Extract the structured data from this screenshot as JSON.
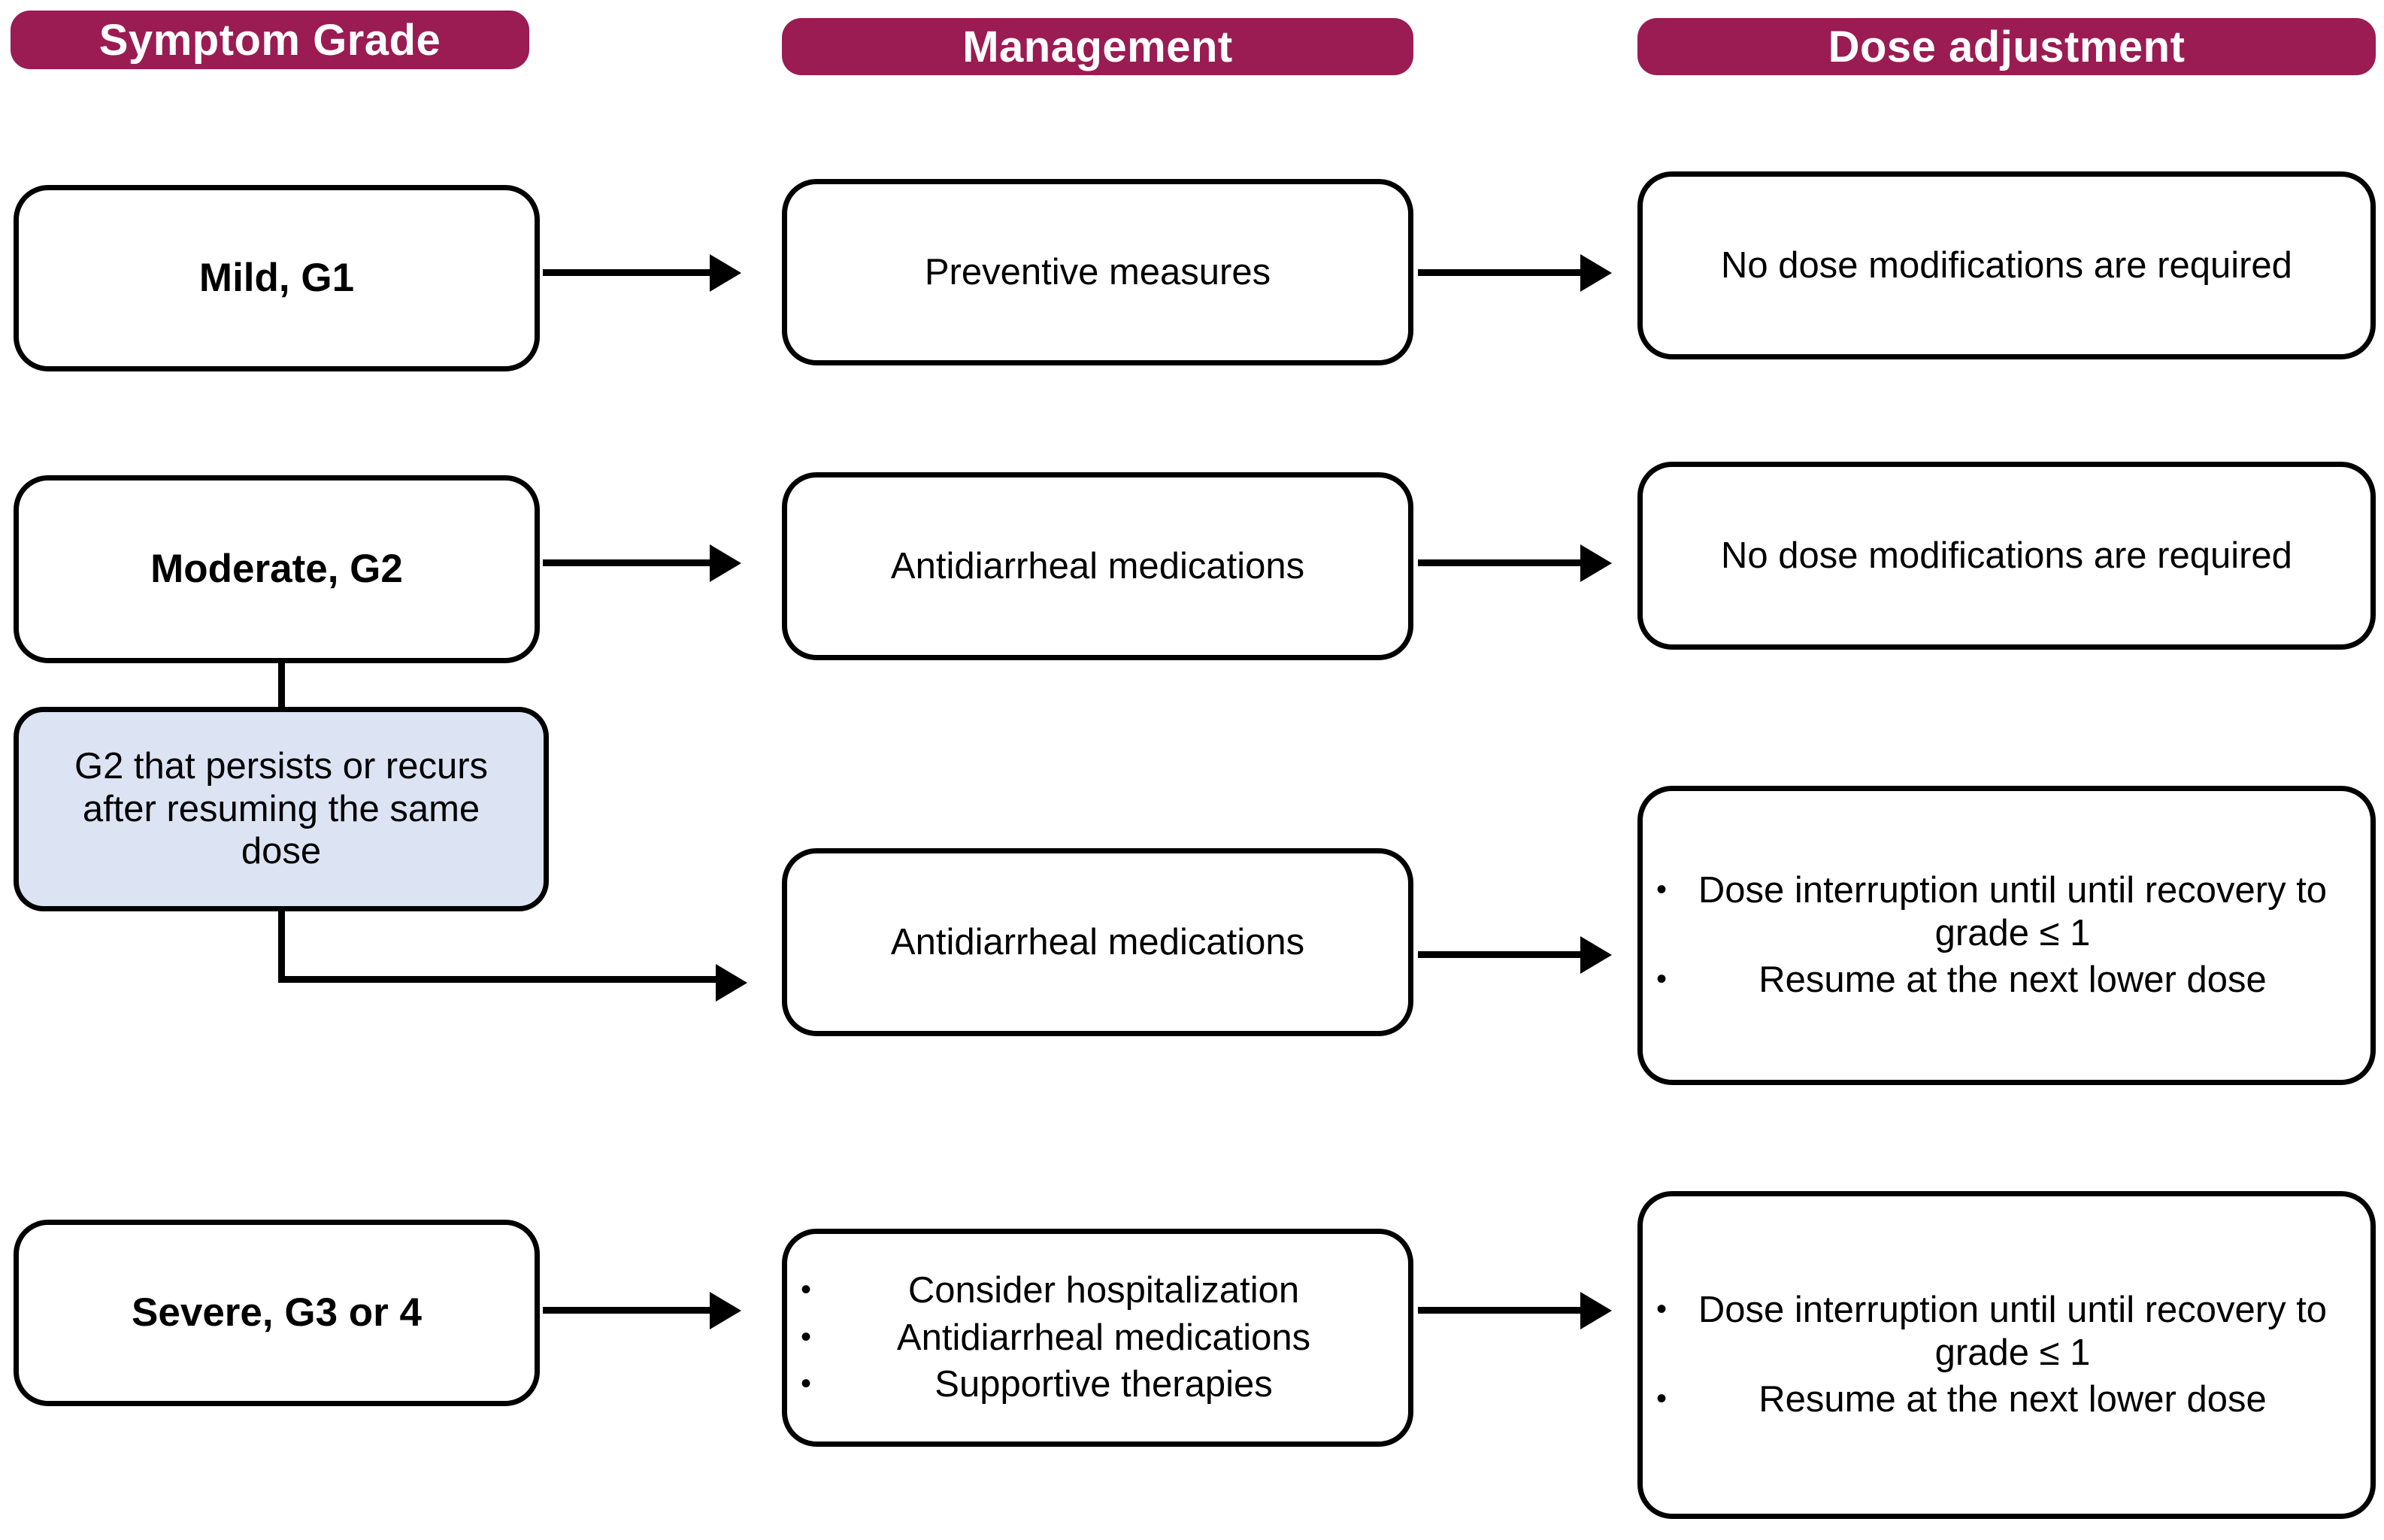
{
  "theme": {
    "header_bg": "#9B1B53",
    "header_text": "#FFFFFF",
    "box_border": "#000000",
    "box_bg": "#FFFFFF",
    "highlight_box_bg": "#DCE3F3",
    "connector": "#000000"
  },
  "headers": {
    "symptom_grade": "Symptom Grade",
    "management": "Management",
    "dose_adjustment": "Dose adjustment"
  },
  "rows": [
    {
      "grade": "Mild, G1",
      "management": "Preventive measures",
      "dose_adjustment": "No dose modifications are required"
    },
    {
      "grade": "Moderate, G2",
      "management": "Antidiarrheal  medications",
      "dose_adjustment": "No dose modifications are required"
    },
    {
      "grade": "G2 that persists or recurs after resuming the same dose",
      "management": "Antidiarrheal  medications",
      "dose_adjustment_bullets": [
        "Dose interruption until until recovery to grade ≤ 1",
        "Resume at the next lower dose"
      ]
    },
    {
      "grade": "Severe, G3 or 4",
      "management_bullets": [
        "Consider  hospitalization",
        "Antidiarrheal  medications",
        "Supportive  therapies"
      ],
      "dose_adjustment_bullets": [
        "Dose interruption until until recovery to grade ≤ 1",
        "Resume at the next lower dose"
      ]
    }
  ],
  "bullet_glyph": "•"
}
